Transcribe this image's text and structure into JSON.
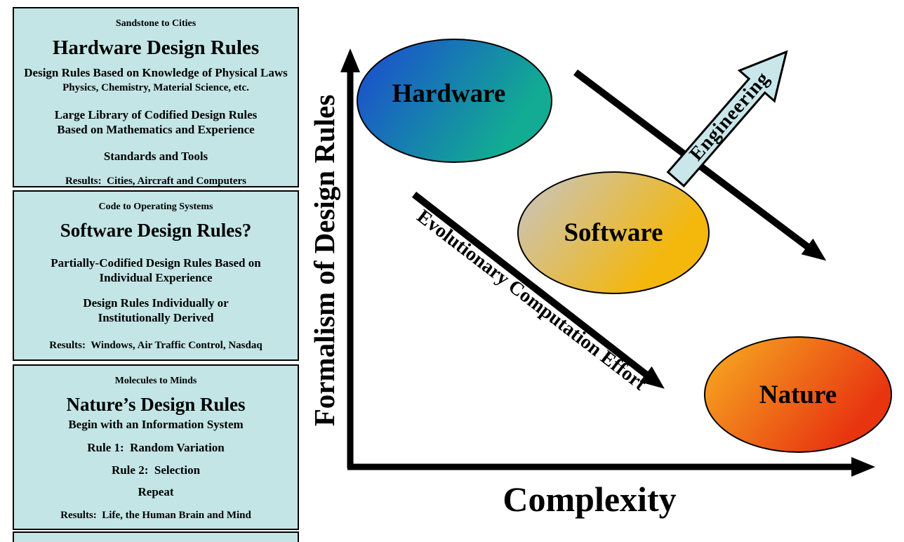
{
  "panels": [
    {
      "kicker": "Sandstone to Cities",
      "title": "Hardware Design Rules",
      "paras": [
        "Design Rules Based on Knowledge of Physical Laws",
        "Physics, Chemistry, Material Science, etc.",
        "Large Library of Codified Design Rules\nBased on Mathematics and Experience",
        "Standards and Tools",
        "Results:  Cities, Aircraft and Computers"
      ]
    },
    {
      "kicker": "Code to Operating Systems",
      "title": "Software Design Rules?",
      "paras": [
        "Partially-Codified Design Rules Based on\nIndividual Experience",
        "Design Rules Individually or\nInstitutionally Derived",
        "Results:  Windows, Air Traffic Control, Nasdaq"
      ]
    },
    {
      "kicker": "Molecules to Minds",
      "title": "Nature’s Design Rules",
      "paras": [
        "Begin with an Information System",
        "Rule 1:  Random Variation",
        "Rule 2:  Selection",
        "Repeat",
        "Results:  Life, the Human Brain and Mind"
      ]
    }
  ],
  "diagram": {
    "y_axis_label": "Formalism of Design Rules",
    "x_axis_label": "Complexity",
    "bubbles": [
      {
        "label": "Hardware",
        "fill_from": "#1b52cc",
        "fill_to": "#12ab93"
      },
      {
        "label": "Software",
        "fill_from": "#c9c4bc",
        "fill_to": "#f4b70b"
      },
      {
        "label": "Nature",
        "fill_from": "#f59d1f",
        "fill_to": "#e83510"
      }
    ],
    "arrows": {
      "engineering_label": "Engineering",
      "engineering_fill": "#c9e7ea",
      "evolution_label": "Evolutionary Computation Effort",
      "axis_color": "#000000"
    },
    "panel_bg": "#c3e5e6"
  }
}
